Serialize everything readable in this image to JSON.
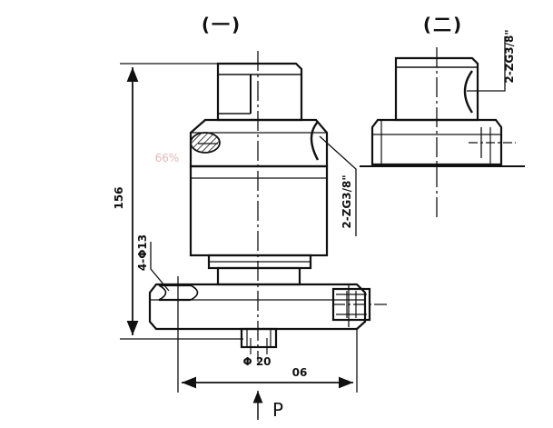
{
  "view_labels": {
    "view1": "(一)",
    "view2": "(二)"
  },
  "dimensions": {
    "height": "156",
    "bolt_holes": "4-Φ13",
    "port_view1": "2-ZG3/8\"",
    "port_view2": "2-ZG3/8\"",
    "outlet_diameter": "Φ 20",
    "base_width": "06",
    "pressure_port": "P"
  },
  "watermark": "66%"
}
